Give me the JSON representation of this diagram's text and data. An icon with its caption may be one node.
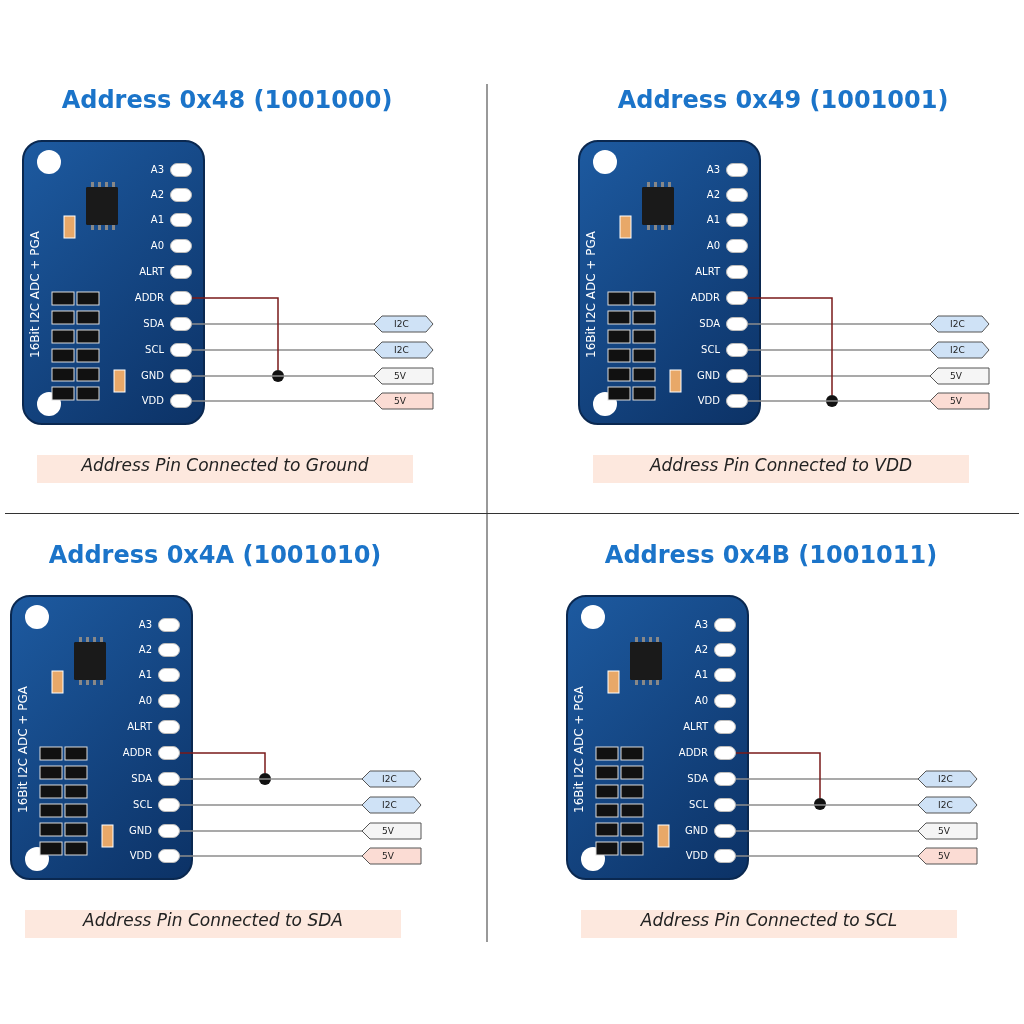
{
  "diagram": {
    "nodes": [
      {
        "text": [
          "16Bit I2C ADC + PGA"
        ]
      },
      {
        "text": [
          "A3"
        ],
        "in": 0
      },
      {
        "text": [
          "A2"
        ],
        "in": 0
      },
      {
        "text": [
          "A1"
        ],
        "in": 0
      },
      {
        "text": [
          "A0"
        ],
        "in": 0
      },
      {
        "text": [
          "ALRT"
        ],
        "in": 0
      },
      {
        "text": [
          "ADDR"
        ],
        "in": 0
      },
      {
        "text": [
          "SDA"
        ],
        "in": 0
      },
      {
        "text": [
          "SCL"
        ],
        "in": 0
      },
      {
        "text": [
          "GND"
        ],
        "in": 0
      },
      {
        "text": [
          "VDD"
        ],
        "in": 0
      },
      {
        "text": [
          "I2C"
        ]
      },
      {
        "text": [
          "I2C"
        ]
      },
      {
        "text": [
          "5V"
        ]
      },
      {
        "text": [
          "5V"
        ]
      },
      {
        "text": [],
        "shape": "circle"
      },
      {
        "text": [
          "16Bit I2C ADC + PGA"
        ]
      },
      {
        "text": [
          "A3"
        ],
        "in": 16
      },
      {
        "text": [
          "A2"
        ],
        "in": 16
      },
      {
        "text": [
          "A1"
        ],
        "in": 16
      },
      {
        "text": [
          "A0"
        ],
        "in": 16
      },
      {
        "text": [
          "ALRT"
        ],
        "in": 16
      },
      {
        "text": [
          "ADDR"
        ],
        "in": 16
      },
      {
        "text": [
          "SDA"
        ],
        "in": 16
      },
      {
        "text": [
          "SCL"
        ],
        "in": 16
      },
      {
        "text": [
          "GND"
        ],
        "in": 16
      },
      {
        "text": [
          "VDD"
        ],
        "in": 16
      },
      {
        "text": [
          "I2C"
        ]
      },
      {
        "text": [
          "I2C"
        ]
      },
      {
        "text": [
          "5V"
        ]
      },
      {
        "text": [
          "5V"
        ]
      },
      {
        "text": [],
        "shape": "circle"
      },
      {
        "text": [
          "16Bit I2C ADC + PGA"
        ]
      },
      {
        "text": [
          "A3"
        ],
        "in": 32
      },
      {
        "text": [
          "A2"
        ],
        "in": 32
      },
      {
        "text": [
          "A1"
        ],
        "in": 32
      },
      {
        "text": [
          "A0"
        ],
        "in": 32
      },
      {
        "text": [
          "ALRT"
        ],
        "in": 32
      },
      {
        "text": [
          "ADDR"
        ],
        "in": 32
      },
      {
        "text": [
          "SDA"
        ],
        "in": 32
      },
      {
        "text": [
          "SCL"
        ],
        "in": 32
      },
      {
        "text": [
          "GND"
        ],
        "in": 32
      },
      {
        "text": [
          "VDD"
        ],
        "in": 32
      },
      {
        "text": [
          "I2C"
        ]
      },
      {
        "text": [
          "I2C"
        ]
      },
      {
        "text": [
          "5V"
        ]
      },
      {
        "text": [
          "5V"
        ]
      },
      {
        "text": [],
        "shape": "circle"
      },
      {
        "text": [
          "16Bit I2C ADC + PGA"
        ]
      },
      {
        "text": [
          "A3"
        ],
        "in": 48
      },
      {
        "text": [
          "A2"
        ],
        "in": 48
      },
      {
        "text": [
          "A1"
        ],
        "in": 48
      },
      {
        "text": [
          "A0"
        ],
        "in": 48
      },
      {
        "text": [
          "ALRT"
        ],
        "in": 48
      },
      {
        "text": [
          "ADDR"
        ],
        "in": 48
      },
      {
        "text": [
          "SDA"
        ],
        "in": 48
      },
      {
        "text": [
          "SCL"
        ],
        "in": 48
      },
      {
        "text": [
          "GND"
        ],
        "in": 48
      },
      {
        "text": [
          "VDD"
        ],
        "in": 48
      },
      {
        "text": [
          "I2C"
        ]
      },
      {
        "text": [
          "I2C"
        ]
      },
      {
        "text": [
          "5V"
        ]
      },
      {
        "text": [
          "5V"
        ]
      },
      {
        "text": [],
        "shape": "circle"
      }
    ],
    "edges": [
      {
        "from": 7,
        "to": 11,
        "arrow": "none"
      },
      {
        "from": 8,
        "to": 12,
        "arrow": "none"
      },
      {
        "from": 9,
        "to": 13,
        "arrow": "none"
      },
      {
        "from": 10,
        "to": 14,
        "arrow": "none"
      },
      {
        "from": 6,
        "to": 15,
        "arrow": "none",
        "color": "#7a1a1a"
      },
      {
        "from": 23,
        "to": 27,
        "arrow": "none"
      },
      {
        "from": 24,
        "to": 28,
        "arrow": "none"
      },
      {
        "from": 25,
        "to": 29,
        "arrow": "none"
      },
      {
        "from": 26,
        "to": 30,
        "arrow": "none"
      },
      {
        "from": 22,
        "to": 31,
        "arrow": "none",
        "color": "#7a1a1a"
      },
      {
        "from": 39,
        "to": 43,
        "arrow": "none"
      },
      {
        "from": 40,
        "to": 44,
        "arrow": "none"
      },
      {
        "from": 41,
        "to": 45,
        "arrow": "none"
      },
      {
        "from": 42,
        "to": 46,
        "arrow": "none"
      },
      {
        "from": 38,
        "to": 47,
        "arrow": "none",
        "color": "#7a1a1a"
      },
      {
        "from": 55,
        "to": 59,
        "arrow": "none"
      },
      {
        "from": 56,
        "to": 60,
        "arrow": "none"
      },
      {
        "from": 57,
        "to": 61,
        "arrow": "none"
      },
      {
        "from": 58,
        "to": 62,
        "arrow": "none"
      },
      {
        "from": 54,
        "to": 63,
        "arrow": "none",
        "color": "#7a1a1a"
      }
    ],
    "labels": [
      "Address 0x48 (1001000)",
      "Address 0x49 (1001001)",
      "Address Pin Connected to Ground",
      "Address Pin Connected to VDD",
      "Address 0x4A (1001010)",
      "Address 0x4B (1001011)",
      "Address Pin Connected to SDA",
      "Address Pin Connected to SCL"
    ]
  }
}
